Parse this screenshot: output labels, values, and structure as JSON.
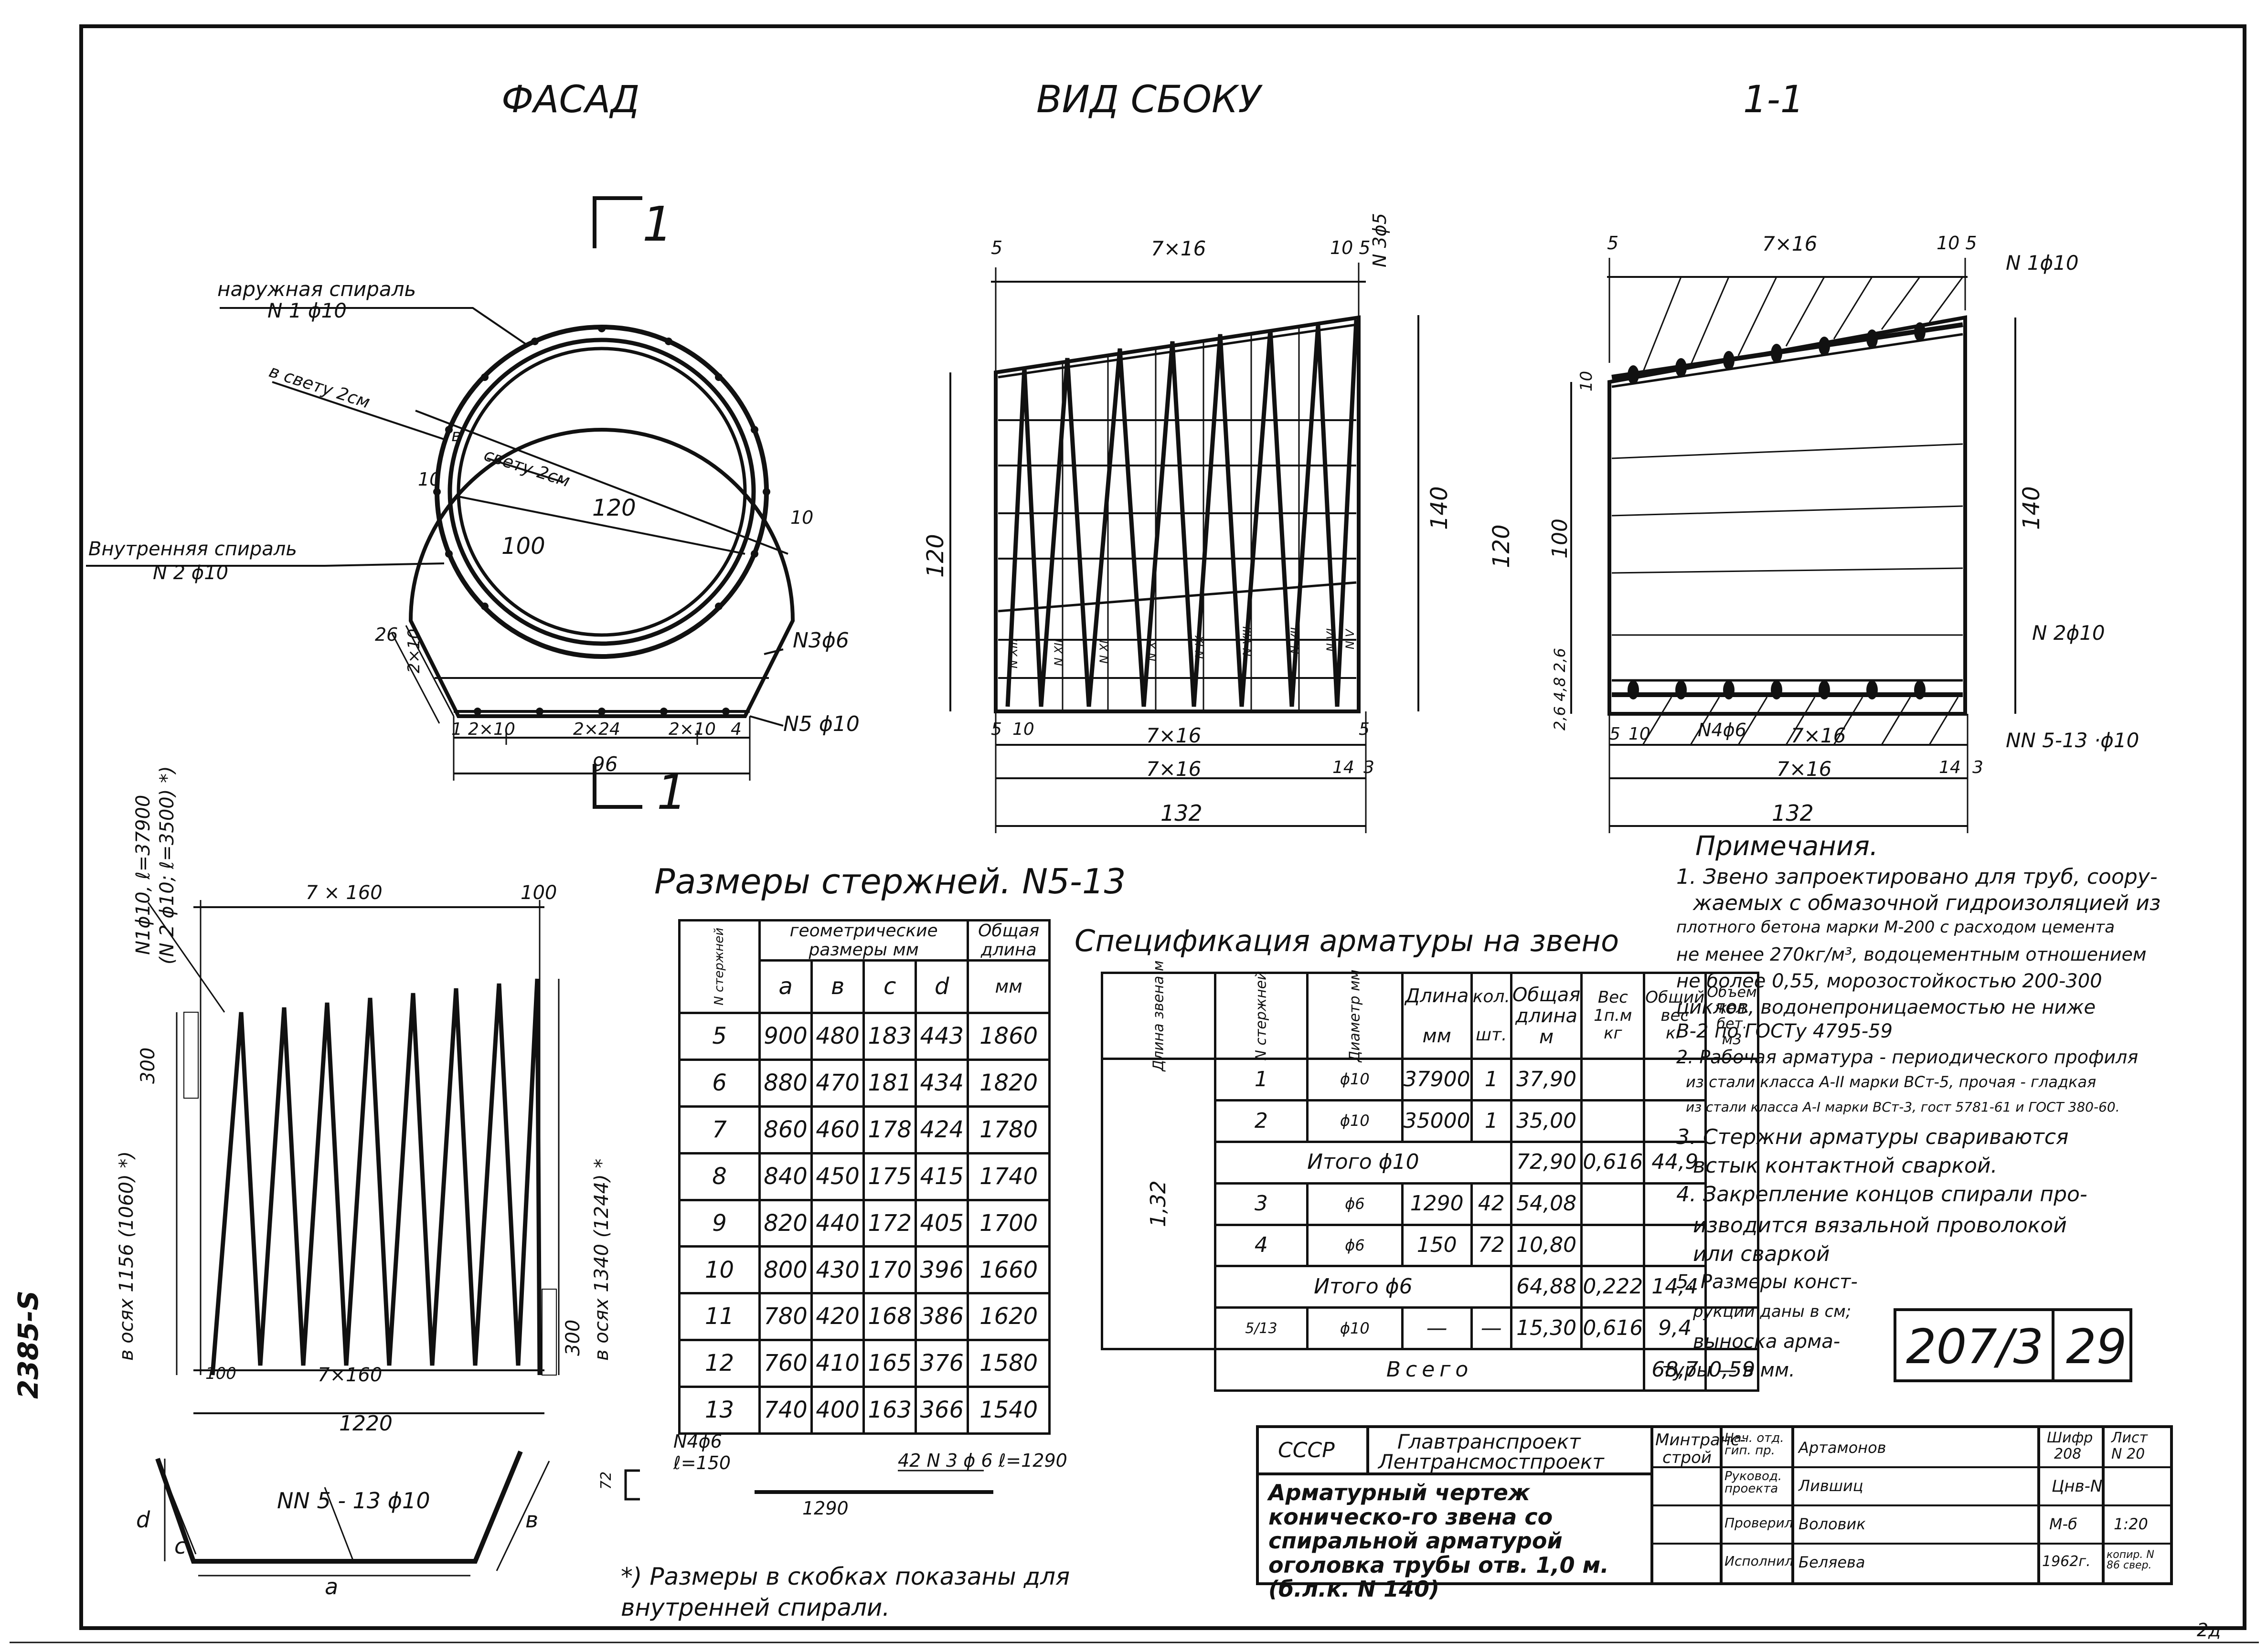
{
  "views": {
    "facade": "ФАСАД",
    "side": "ВИД СБОКУ",
    "section": "1-1",
    "section_mark": "1"
  },
  "facade": {
    "outer_spiral": "наружная спираль",
    "outer_spiral_no": "N 1 ϕ10",
    "clear_2cm_a": "в свету 2см",
    "clear_2cm_b": "в",
    "clear_2cm_c": "свету 2см",
    "inner_spiral": "Внутренняя спираль",
    "inner_spiral_no": "N 2 ϕ10",
    "d120": "120",
    "d100": "100",
    "d10a": "10",
    "d10b": "10",
    "d26": "26",
    "d2x10v": "2×10",
    "n3": "N3ϕ6",
    "n5": "N5 ϕ10",
    "bot_dims": [
      "1",
      "2×10",
      "2×24",
      "2×10",
      "4"
    ],
    "width": "96"
  },
  "side": {
    "top_5": "5",
    "top_7x16": "7×16",
    "top_105": "10 5",
    "n3_6": "N 3ϕ5",
    "h120": "120",
    "h140": "140",
    "bot_5": "5",
    "bot_10": "10",
    "bot_7x16a": "7×16",
    "bot_7x16b": "7×16",
    "bot_14": "14",
    "bot_3": "3",
    "bot_5r": "5",
    "total": "132",
    "rods": [
      "N XIII",
      "N XII",
      "N XI",
      "N X",
      "N IX",
      "N VIII",
      "N VII",
      "N VI",
      "N V"
    ]
  },
  "section": {
    "top_5": "5",
    "top_7x16": "7×16",
    "top_105": "10 5",
    "n1": "N 1ϕ10",
    "h10": "10",
    "h120": "120",
    "h100": "100",
    "h140": "140",
    "left_dims": "2,6 4,8 2,6",
    "n2": "N 2ϕ10",
    "n4": "N4ϕ6",
    "bot_5": "5",
    "bot_10": "10",
    "bot_7x16a": "7×16",
    "bot_7x16b": "7×16",
    "bot_14": "14",
    "bot_3": "3",
    "nn": "NN 5-13 ·ϕ10",
    "total": "132"
  },
  "spiral": {
    "top_7x160": "7 × 160",
    "top_100": "100",
    "lbl1": "N1ϕ10, ℓ=37900",
    "lbl2": "(N 2 ϕ10; ℓ=3500) *)",
    "h300a": "300",
    "h1156": "в осях 1156 (1060) *)",
    "h1340": "в осях 1340 (1244) *",
    "h300b": "300",
    "bot_100": "100",
    "bot_7x160": "7×160",
    "total": "1220"
  },
  "rod_shape": {
    "nn": "NN 5 - 13 ϕ10",
    "a": "a",
    "b": "в",
    "c": "c",
    "d": "d"
  },
  "rods_table": {
    "title": "Размеры стержней. N5-13",
    "h_no": "N стержней",
    "h_geom": "геометрические размеры мм",
    "h_total": "Общая длина",
    "h_mm": "мм",
    "cols": [
      "a",
      "в",
      "c",
      "d"
    ],
    "rows": [
      [
        "5",
        "900",
        "480",
        "183",
        "443",
        "1860"
      ],
      [
        "6",
        "880",
        "470",
        "181",
        "434",
        "1820"
      ],
      [
        "7",
        "860",
        "460",
        "178",
        "424",
        "1780"
      ],
      [
        "8",
        "840",
        "450",
        "175",
        "415",
        "1740"
      ],
      [
        "9",
        "820",
        "440",
        "172",
        "405",
        "1700"
      ],
      [
        "10",
        "800",
        "430",
        "170",
        "396",
        "1660"
      ],
      [
        "11",
        "780",
        "420",
        "168",
        "386",
        "1620"
      ],
      [
        "12",
        "760",
        "410",
        "165",
        "376",
        "1580"
      ],
      [
        "13",
        "740",
        "400",
        "163",
        "366",
        "1540"
      ]
    ]
  },
  "spec": {
    "title": "Спецификация арматуры на звено",
    "h_len_link": "Длина звена м",
    "h_no": "N стержней",
    "h_diam": "Диаметр мм",
    "h_len": "Длина",
    "h_len_u": "мм",
    "h_qty": "кол.",
    "h_qty_u": "шт.",
    "h_total_len": "Общая длина",
    "h_total_len_u": "м",
    "h_w1": "Вес 1п.м",
    "h_w1_u": "кг",
    "h_wt": "Общий вес",
    "h_wt_u": "кг",
    "h_vol": "Объем жел. бет.",
    "h_vol_u": "м3",
    "link_len": "1,32",
    "r1": [
      "1",
      "ϕ10",
      "37900",
      "1",
      "37,90"
    ],
    "r2": [
      "2",
      "ϕ10",
      "35000",
      "1",
      "35,00"
    ],
    "sum10": [
      "Итого ϕ10",
      "72,90",
      "0,616",
      "44,9"
    ],
    "r3": [
      "3",
      "ϕ6",
      "1290",
      "42",
      "54,08"
    ],
    "r4": [
      "4",
      "ϕ6",
      "150",
      "72",
      "10,80"
    ],
    "sum6": [
      "Итого ϕ6",
      "64,88",
      "0,222",
      "14,4"
    ],
    "r5": [
      "5/13",
      "ϕ10",
      "—",
      "—",
      "15,30",
      "0,616",
      "9,4"
    ],
    "total": [
      "Всего",
      "68,7",
      "0,59"
    ]
  },
  "bars_small": {
    "n4": "N4ϕ6",
    "n4_len": "ℓ=150",
    "n4_72": "72",
    "n3": "42 N 3 ϕ 6 ℓ=1290",
    "n3_len": "1290"
  },
  "footnote": "*) Размеры в скобках показаны для внутренней спирали.",
  "notes": {
    "title": "Примечания.",
    "lines": [
      "1. Звено запроектировано для труб, соору-",
      "жаемых с обмазочной гидроизоляцией из",
      "плотного бетона марки М-200 с расходом цемента",
      "не менее 270кг/м³, водоцементным отношением",
      "не более 0,55, морозостойкостью 200-300",
      "циклов, водонепроницаемостью не ниже",
      "В-2 по ГОСТу 4795-59",
      "2. Рабочая арматура - периодического профиля",
      "из стали класса А-II марки ВСт-5, прочая - гладкая",
      "из стали класса А-I марки ВСт-3, гост 5781-61 и ГОСТ 380-60.",
      "3. Стержни арматуры свариваются",
      "встык контактной сваркой.",
      "4. Закрепление концов спирали про-",
      "изводится вязальной проволокой",
      "или сваркой",
      "5. Размеры конст-",
      "рукции даны в см;",
      "выноска арма-",
      "туры — в мм."
    ]
  },
  "sheet_no": {
    "series": "207/3",
    "sheet": "29"
  },
  "title_block": {
    "ussr": "СССР",
    "org1": "Главтранспроект",
    "org2": "Лентрансмостпроект",
    "org3a": "Минтранс-",
    "org3b": "строй",
    "title": "Арматурный чертеж коническо-го звена со спиральной арматурой оголовка трубы отв. 1,0 м. (б.л.к. N 140)",
    "roles": [
      "Нач. отд. гип. пр.",
      "Руковод. проекта",
      "Проверил",
      "Исполнил"
    ],
    "names": [
      "Артамонов",
      "Лившиц",
      "Воловик",
      "Беляева"
    ],
    "code_l": "Шифр",
    "code_v": "208",
    "sheet_l": "Лист",
    "sheet_v": "N 20",
    "code2": "Цнв-N",
    "scale_l": "М-б",
    "scale_v": "1:20",
    "year": "1962г.",
    "copy": "копир. N 86 свер."
  },
  "margin_no": "2385-S",
  "page_no": "2д"
}
